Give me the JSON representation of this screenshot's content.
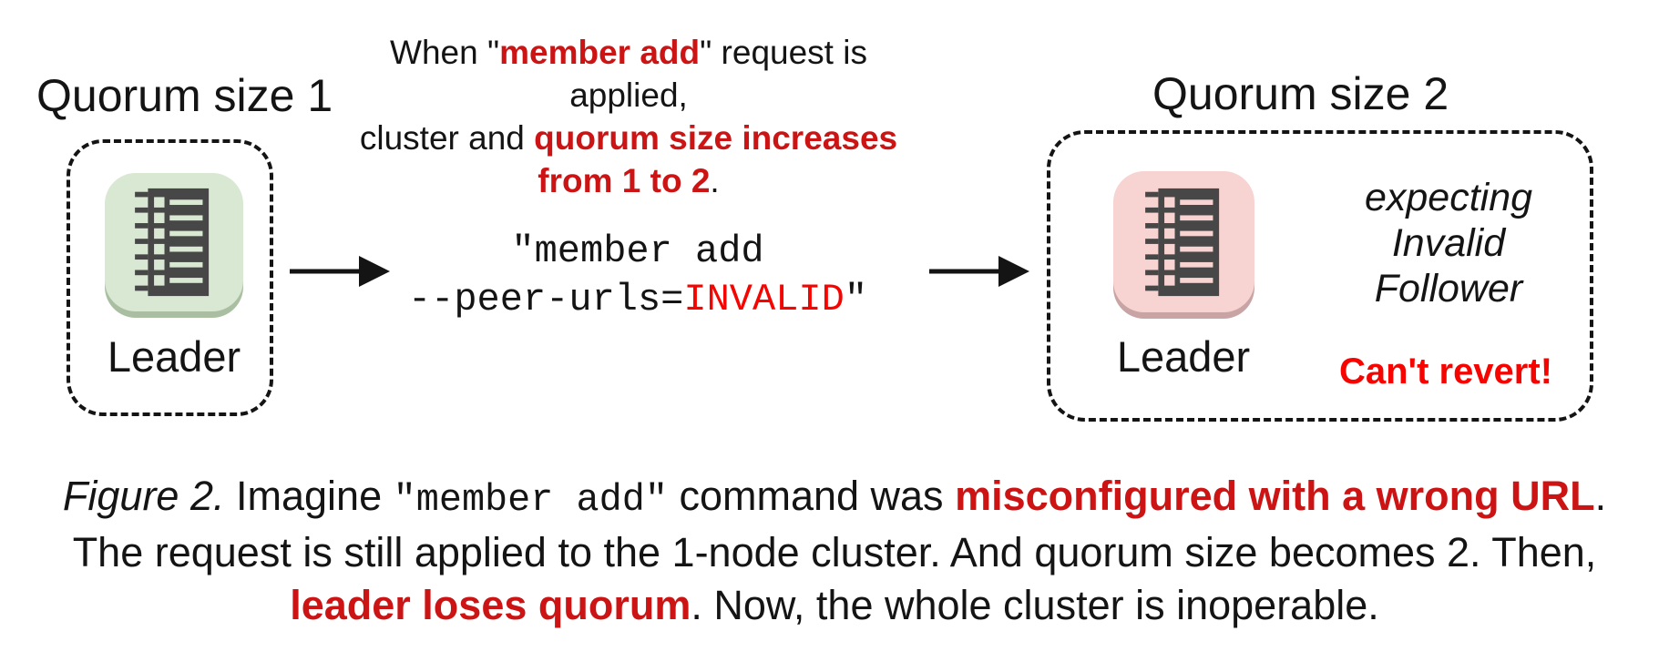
{
  "colors": {
    "ink": "#141414",
    "red-dark": "#cc1414",
    "red-bright": "#f50400",
    "green-bg": "#d9e8d2",
    "green-edge": "#aabfa2",
    "pink-bg": "#f7d3d2",
    "pink-edge": "#c8a4a5",
    "icon-dark": "#474747"
  },
  "left_cluster": {
    "title": "Quorum size 1",
    "node_label": "Leader"
  },
  "annotation": {
    "line1_pre": "When \"",
    "line1_red": "member add",
    "line1_post": "\" request is applied,",
    "line2_pre": "cluster and ",
    "line2_red": "quorum size increases",
    "line3_red": "from 1 to 2",
    "line3_post": "."
  },
  "command": {
    "line1": "\"member add",
    "line2_pre": "--peer-urls=",
    "line2_red": "INVALID",
    "line2_post": "\""
  },
  "right_cluster": {
    "title": "Quorum size 2",
    "node_label": "Leader",
    "expecting_lines": [
      "expecting",
      "Invalid",
      "Follower"
    ],
    "warning": "Can't revert!"
  },
  "caption": {
    "figure_label": "Figure 2.",
    "line1_pre": " Imagine ",
    "line1_mono": "\"member add\"",
    "line1_mid": " command was ",
    "line1_red": "misconfigured with a wrong URL",
    "line1_post": ".",
    "line2": "The request is still applied to the 1-node cluster. And quorum size becomes 2. Then,",
    "line3_red": "leader loses quorum",
    "line3_post": ". Now, the whole cluster is inoperable."
  }
}
